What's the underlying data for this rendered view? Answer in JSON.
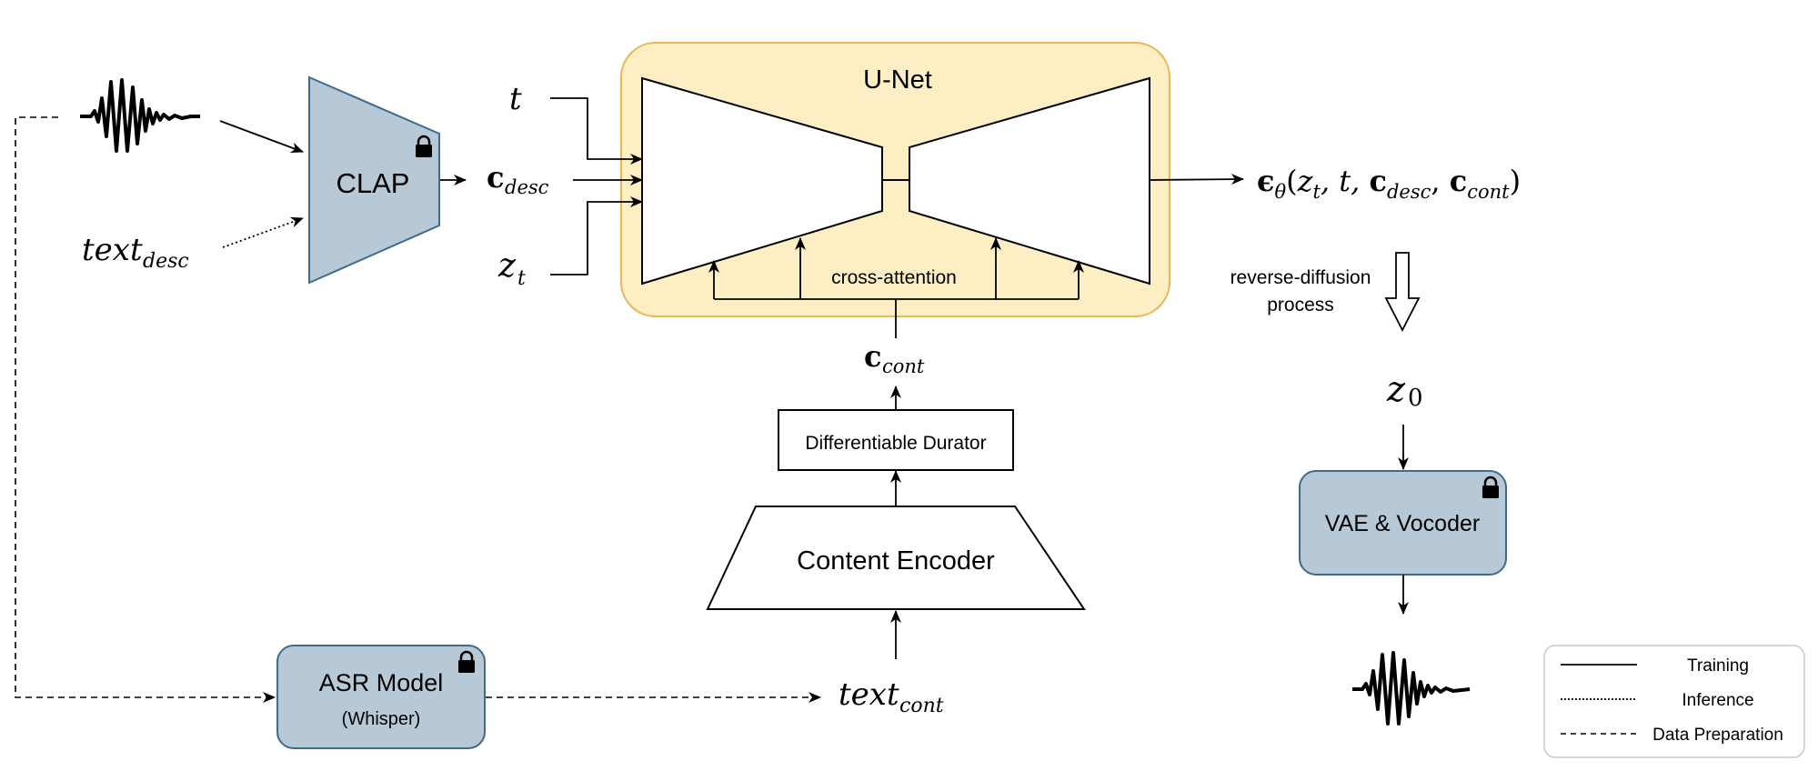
{
  "colors": {
    "block_fill": "#b7c9d6",
    "block_stroke": "#3e6a8c",
    "unet_fill": "#fdeec3",
    "unet_stroke": "#e7b75a",
    "line": "#000000"
  },
  "icons": {
    "lock": "lock-icon",
    "waveform": "waveform-icon",
    "hollow_arrow": "hollow-down-arrow-icon"
  },
  "blocks": {
    "clap": "CLAP",
    "unet": "U-Net",
    "cross_attention": "cross-attention",
    "durator": "Differentiable Durator",
    "content_encoder": "Content Encoder",
    "vae": "VAE & Vocoder",
    "asr": "ASR Model",
    "asr_sub": "(Whisper)"
  },
  "symbols": {
    "t": "t",
    "c_desc_main": "c",
    "c_desc_sub": "desc",
    "z_t_main": "z",
    "z_t_sub": "t",
    "text_desc_main": "text",
    "text_desc_sub": "desc",
    "c_cont_main": "c",
    "c_cont_sub": "cont",
    "text_cont_main": "text",
    "text_cont_sub": "cont",
    "z0_main": "z",
    "z0_sub": "0",
    "eps_main": "ϵ",
    "eps_sub": "θ",
    "eps_open": "(",
    "eps_z": "z",
    "eps_z_sub": "t",
    "eps_t": ", t, ",
    "eps_c1": "c",
    "eps_c1_sub": "desc",
    "eps_comma": ", ",
    "eps_c2": "c",
    "eps_c2_sub": "cont",
    "eps_close": ")"
  },
  "process": {
    "line1": "reverse-diffusion",
    "line2": "process"
  },
  "legend": {
    "training": "Training",
    "inference": "Inference",
    "data_prep": "Data Preparation"
  }
}
